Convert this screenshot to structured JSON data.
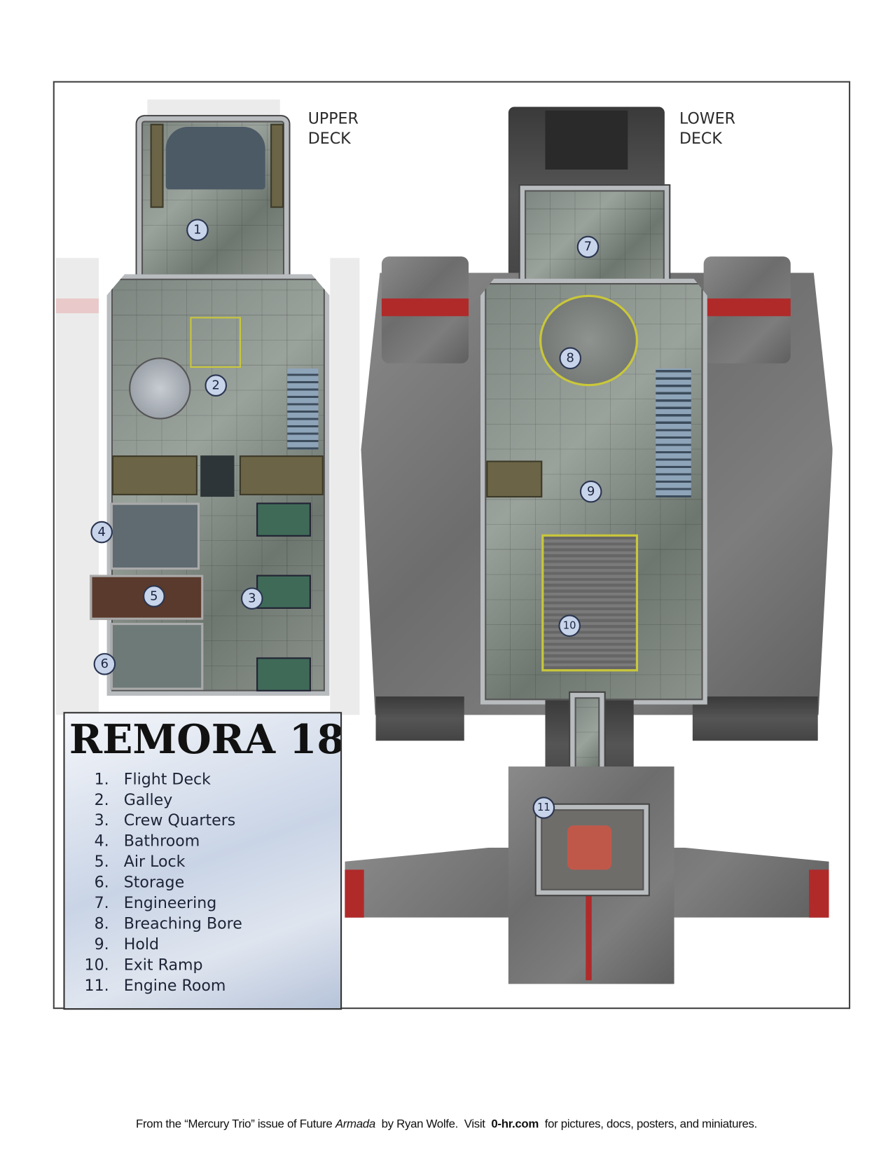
{
  "title": "REMORA 18",
  "decks": {
    "upper": {
      "line1": "UPPER",
      "line2": "DECK"
    },
    "lower": {
      "line1": "LOWER",
      "line2": "DECK"
    }
  },
  "markers": [
    "1",
    "2",
    "3",
    "4",
    "5",
    "6",
    "7",
    "8",
    "9",
    "10",
    "11"
  ],
  "legend": [
    {
      "num": "1.",
      "label": "Flight Deck"
    },
    {
      "num": "2.",
      "label": "Galley"
    },
    {
      "num": "3.",
      "label": "Crew Quarters"
    },
    {
      "num": "4.",
      "label": "Bathroom"
    },
    {
      "num": "5.",
      "label": "Air Lock"
    },
    {
      "num": "6.",
      "label": "Storage"
    },
    {
      "num": "7.",
      "label": "Engineering"
    },
    {
      "num": "8.",
      "label": "Breaching Bore"
    },
    {
      "num": "9.",
      "label": "Hold"
    },
    {
      "num": "10.",
      "label": "Exit Ramp"
    },
    {
      "num": "11.",
      "label": "Engine Room"
    }
  ],
  "footer": {
    "prefix": "From the “Mercury Trio” issue of Future ",
    "magazine": "Armada",
    "middle": "  by Ryan Wolfe.  Visit  ",
    "site": "0-hr.com",
    "suffix": "  for pictures, docs, posters, and miniatures."
  },
  "colors": {
    "accent_red": "#b02a2a",
    "marker_fill": "#c8d4ea",
    "floor_line": "#c9c73a"
  }
}
